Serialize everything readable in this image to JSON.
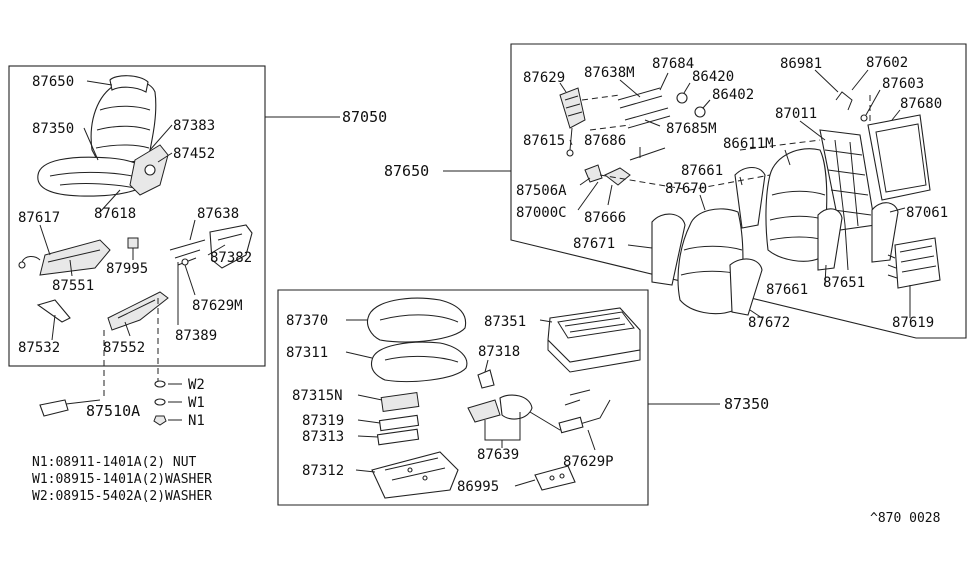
{
  "callouts": {
    "c87650a": "87650",
    "c87350a": "87350",
    "c87383": "87383",
    "c87452": "87452",
    "c87618": "87618",
    "c87050": "87050",
    "c87617": "87617",
    "c87638": "87638",
    "c87995": "87995",
    "c87382": "87382",
    "c87551": "87551",
    "c87629M": "87629M",
    "c87532": "87532",
    "c87552": "87552",
    "c87389": "87389",
    "c87510A": "87510A",
    "cW2": "W2",
    "cW1": "W1",
    "cN1": "N1",
    "c87629": "87629",
    "c87638M": "87638M",
    "c87684": "87684",
    "c86420": "86420",
    "c86402": "86402",
    "c86981": "86981",
    "c87602": "87602",
    "c87603": "87603",
    "c87680": "87680",
    "c87011": "87011",
    "c87685M": "87685M",
    "c87615": "87615",
    "c87686": "87686",
    "c86611M": "86611M",
    "c87650b": "87650",
    "c87661a": "87661",
    "c87506A": "87506A",
    "c87670": "87670",
    "c87000C": "87000C",
    "c87666": "87666",
    "c87061": "87061",
    "c87671": "87671",
    "c87661b": "87661",
    "c87651": "87651",
    "c87672": "87672",
    "c87619": "87619",
    "c87370": "87370",
    "c87351": "87351",
    "c87311": "87311",
    "c87318": "87318",
    "c87315N": "87315N",
    "c87350b": "87350",
    "c87319": "87319",
    "c87313": "87313",
    "c87639": "87639",
    "c87629P": "87629P",
    "c87312": "87312",
    "c86995": "86995"
  },
  "notes": {
    "n1": "N1:08911-1401A(2) NUT",
    "w1": "W1:08915-1401A(2)WASHER",
    "w2": "W2:08915-5402A(2)WASHER"
  },
  "ref_code": "^870 0028"
}
